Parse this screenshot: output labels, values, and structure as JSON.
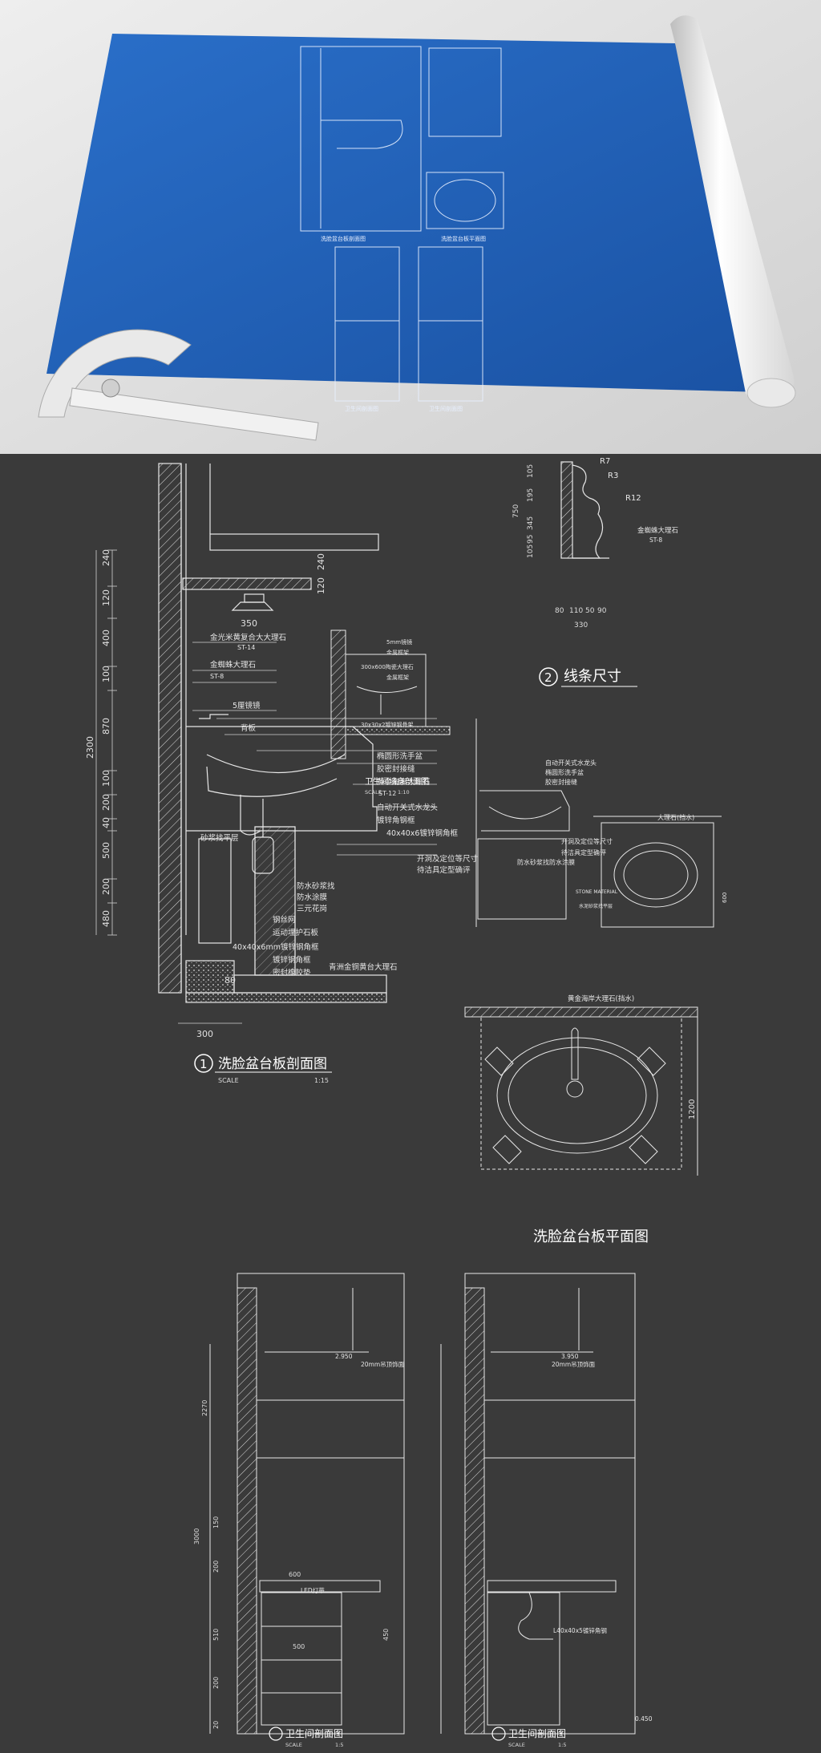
{
  "colors": {
    "blueprint": "#1f5fb5",
    "board": "#3a3a3a",
    "line": "#e8e8e8",
    "paper": "#dedede"
  },
  "preview": {
    "sec1_title": "洗脸盆台板剖面图",
    "plan_title": "洗脸盆台板平面图",
    "sec_a_title": "卫生间剖面图",
    "sec_b_title": "卫生间剖面图"
  },
  "section1": {
    "num": "1",
    "title": "洗脸盆台板剖面图",
    "scale_label": "SCALE",
    "scale_value": "1:15",
    "dims_left": [
      "240",
      "120",
      "400",
      "100",
      "870",
      "100",
      "200",
      "40",
      "500",
      "200",
      "480",
      "2300"
    ],
    "dims_top": [
      "240",
      "120",
      "350"
    ],
    "dims_bottom": [
      "300",
      "80"
    ],
    "labels": [
      "金光米黄复合大大理石",
      "金蜘蛛大理石",
      "5厘镜镜",
      "背板",
      "自动开关式水龙头",
      "椭圆形洗手盆",
      "胶密封接缝",
      "黄金海岸大理石",
      "镀锌角钢框",
      "40x40x6镀锌钢角框",
      "开洞及定位等尺寸",
      "待洁具定型确评",
      "防水砂浆找",
      "防水涂膜",
      "三元花岗",
      "钢丝网",
      "运动埋护石板",
      "40x40x6mm镀锌钢角框",
      "镀锌钢角框",
      "密封橡胶垫",
      "青洲金铜黄台大理石",
      "砂浆找平层"
    ],
    "refs": [
      "ST-14",
      "ST-8",
      "ST-12"
    ]
  },
  "wall_section": {
    "title": "卫生间墙身剖面图",
    "scale_label": "SCALE",
    "scale_value": "1:10",
    "labels": [
      "5mm镜镜",
      "金属框架",
      "300x600陶瓷大理石",
      "金属框架",
      "30x30x2镀锌钢骨架"
    ]
  },
  "section2": {
    "num": "2",
    "title": "线条尺寸",
    "radii": [
      "R7",
      "R3",
      "R12"
    ],
    "label": "金蜘蛛大理石",
    "ref": "ST-8",
    "dims_v": [
      "105",
      "195",
      "750",
      "345",
      "95",
      "105"
    ],
    "dims_h": [
      "80",
      "110",
      "50",
      "90",
      "330"
    ]
  },
  "detail3": {
    "labels": [
      "自动开关式水龙头",
      "椭圆形洗手盆",
      "胶密封接缝",
      "开洞及定位等尺寸",
      "防水砂浆找防水涂膜",
      "待洁具定型确评",
      "大理石(挡水)",
      "STONE MATERIAL",
      "水泥砂浆找平层"
    ],
    "dim": "600"
  },
  "plan": {
    "title": "洗脸盆台板平面图",
    "top_label": "黄金海岸大理石(挡水)",
    "dim": "1200"
  },
  "section_a": {
    "title": "卫生间剖面图",
    "scale_label": "SCALE",
    "scale_value": "1:5",
    "dims": [
      "2270",
      "3000",
      "150",
      "200",
      "510",
      "200",
      "450",
      "20"
    ],
    "labels": [
      "20mm吊顶饰面",
      "LED灯带",
      "2.950"
    ],
    "dim_600": "600",
    "dim_500": "500"
  },
  "section_b": {
    "title": "卫生间剖面图",
    "scale_label": "SCALE",
    "scale_value": "1:5",
    "labels": [
      "20mm吊顶饰面",
      "L40x40x5镀锌角钢"
    ],
    "level": "3.950",
    "level_bottom": "0.450"
  }
}
